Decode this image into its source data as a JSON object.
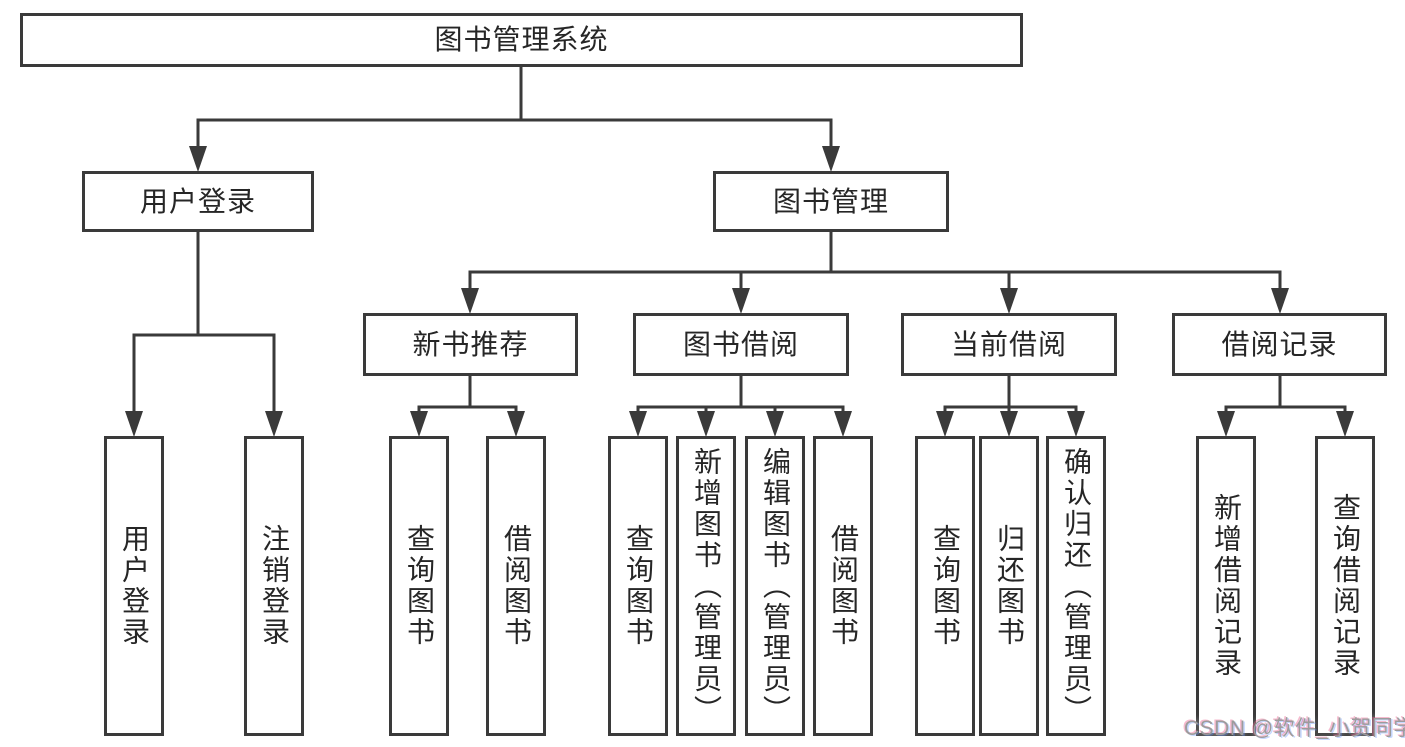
{
  "diagram": {
    "type": "hierarchy-tree",
    "root": {
      "label": "图书管理系统"
    },
    "branches": [
      {
        "label": "用户登录",
        "children": [
          "用户登录",
          "注销登录"
        ]
      },
      {
        "label": "图书管理",
        "children": [
          {
            "label": "新书推荐",
            "children": [
              "查询图书",
              "借阅图书"
            ]
          },
          {
            "label": "图书借阅",
            "children": [
              "查询图书",
              "新增图书（管理员）",
              "编辑图书（管理员）",
              "借阅图书"
            ]
          },
          {
            "label": "当前借阅",
            "children": [
              "查询图书",
              "归还图书",
              "确认归还（管理员）"
            ]
          },
          {
            "label": "借阅记录",
            "children": [
              "新增借阅记录",
              "查询借阅记录"
            ]
          }
        ]
      }
    ]
  },
  "watermark": {
    "text": "CSDN @软件_小贺同学"
  },
  "colors": {
    "line": "#3a3a3a",
    "text": "#262626",
    "watermark": "#9c9c9c",
    "bg": "#ffffff"
  }
}
